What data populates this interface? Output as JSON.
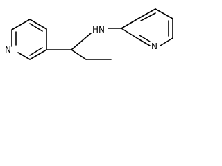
{
  "molecule": {
    "atoms": {
      "nh": "HN",
      "n_left": "N",
      "n_right": "N"
    }
  },
  "colors": {
    "bond": "#000000",
    "background": "#ffffff"
  }
}
